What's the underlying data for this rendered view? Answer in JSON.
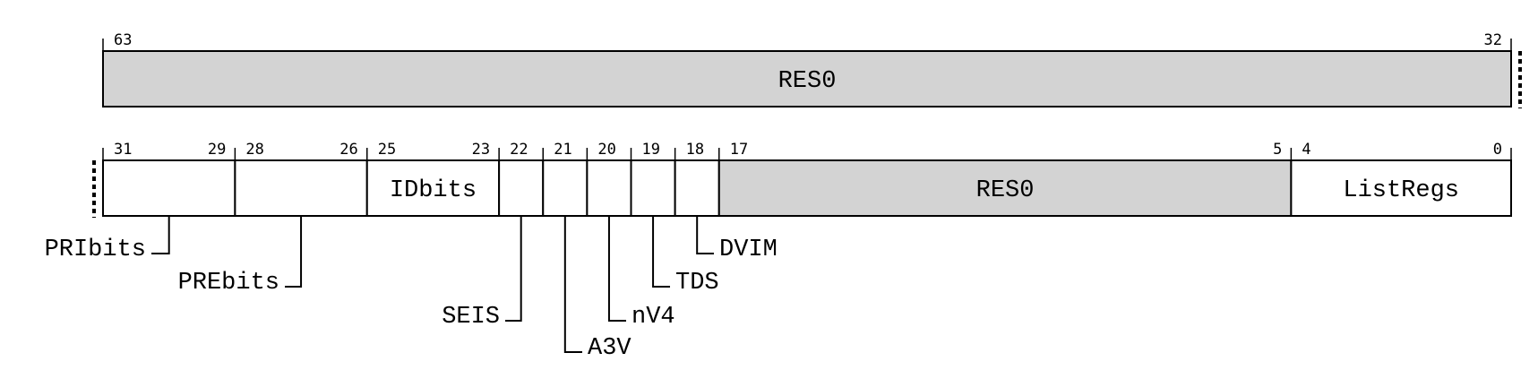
{
  "register": {
    "rows": [
      {
        "id": "upper",
        "fields": [
          {
            "hi": 63,
            "lo": 32,
            "label": "RES0",
            "reserved": true
          }
        ]
      },
      {
        "id": "lower",
        "fields": [
          {
            "hi": 31,
            "lo": 29,
            "label": "",
            "callout": "PRIbits"
          },
          {
            "hi": 28,
            "lo": 26,
            "label": "",
            "callout": "PREbits"
          },
          {
            "hi": 25,
            "lo": 23,
            "label": "IDbits"
          },
          {
            "hi": 22,
            "lo": 22,
            "label": "",
            "callout": "SEIS"
          },
          {
            "hi": 21,
            "lo": 21,
            "label": "",
            "callout": "A3V"
          },
          {
            "hi": 20,
            "lo": 20,
            "label": "",
            "callout": "nV4"
          },
          {
            "hi": 19,
            "lo": 19,
            "label": "",
            "callout": "TDS"
          },
          {
            "hi": 18,
            "lo": 18,
            "label": "",
            "callout": "DVIM"
          },
          {
            "hi": 17,
            "lo": 5,
            "label": "RES0",
            "reserved": true
          },
          {
            "hi": 4,
            "lo": 0,
            "label": "ListRegs"
          }
        ]
      }
    ],
    "colors": {
      "reserved_fill": "#d3d3d3",
      "field_fill": "#ffffff",
      "stroke": "#000000"
    }
  }
}
